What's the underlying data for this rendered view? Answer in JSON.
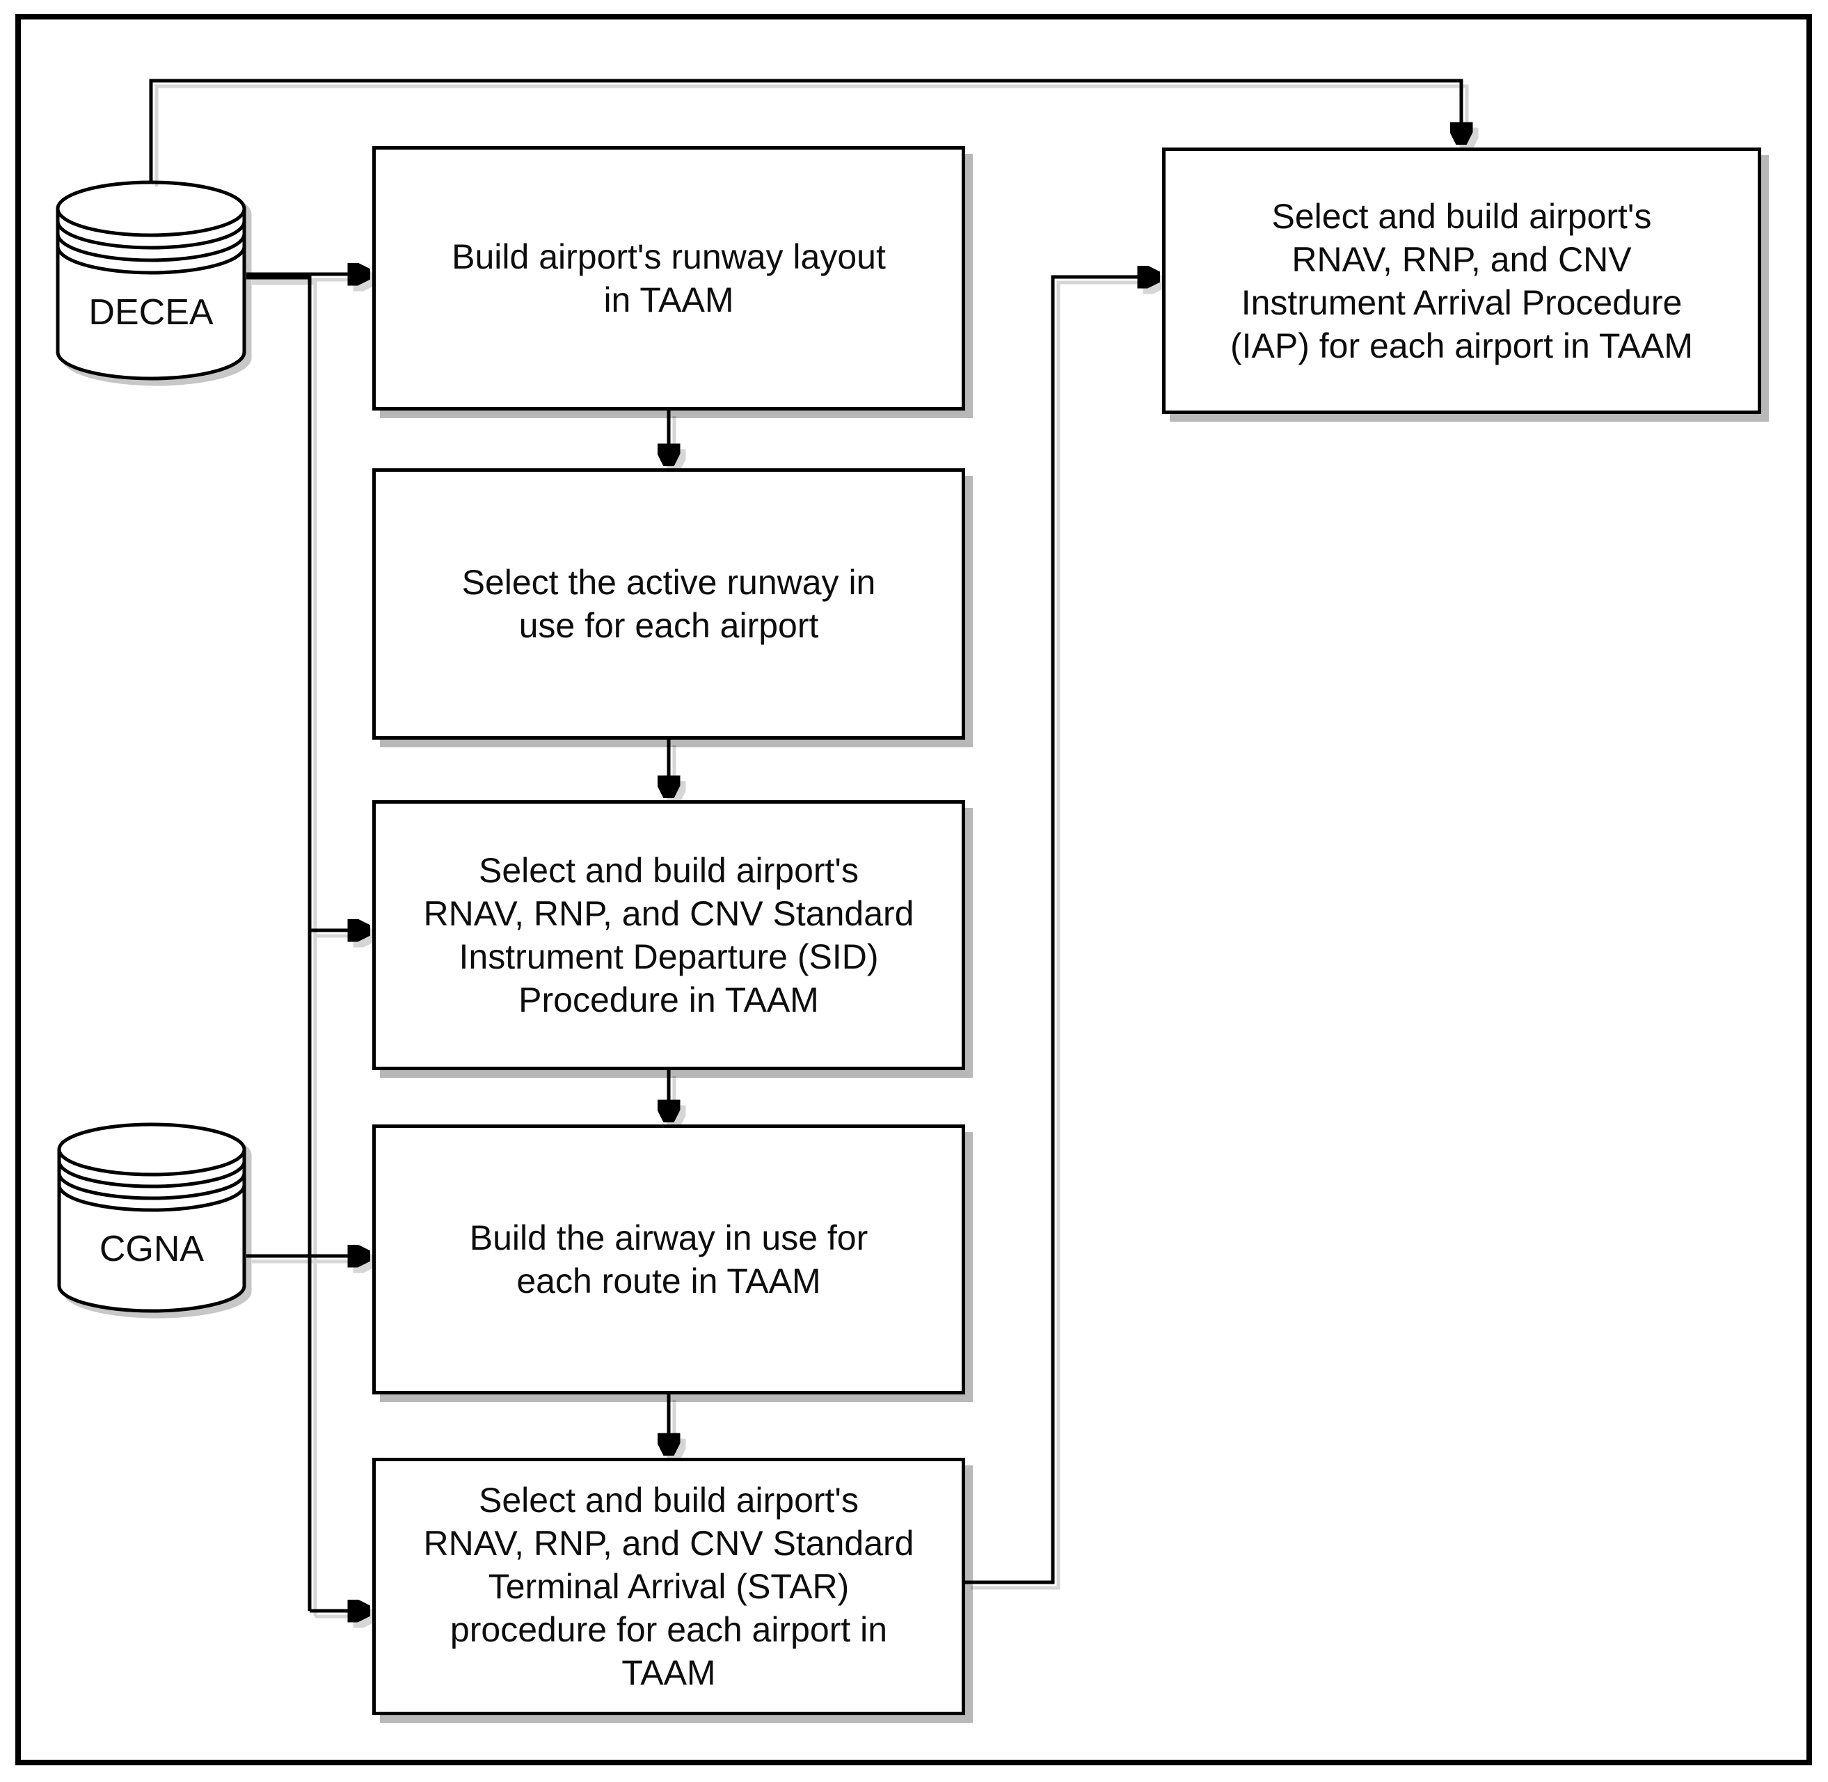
{
  "diagram": {
    "title": "TAAM build workflow flowchart",
    "colors": {
      "stroke": "#000000",
      "fill": "#ffffff",
      "text": "#0d0d0d",
      "shadow": "rgba(0,0,0,0.28)"
    },
    "datastores": [
      {
        "id": "decea",
        "label": "DECEA"
      },
      {
        "id": "cgna",
        "label": "CGNA"
      }
    ],
    "processes": [
      {
        "id": "runway-layout",
        "text": "Build airport's runway layout\nin TAAM"
      },
      {
        "id": "active-runway",
        "text": "Select the active runway in\nuse for each airport"
      },
      {
        "id": "sid",
        "text": "Select and build airport's\nRNAV, RNP, and CNV Standard\nInstrument Departure (SID)\nProcedure in TAAM"
      },
      {
        "id": "airway",
        "text": "Build the airway in use for\neach route in TAAM"
      },
      {
        "id": "star",
        "text": "Select and build airport's\nRNAV, RNP, and CNV Standard\nTerminal Arrival (STAR)\nprocedure for each airport in\nTAAM"
      },
      {
        "id": "iap",
        "text": "Select and build airport's\nRNAV, RNP, and CNV\nInstrument Arrival Procedure\n(IAP) for each airport in TAAM"
      }
    ],
    "edges": [
      {
        "from": "decea",
        "to": "iap"
      },
      {
        "from": "decea",
        "to": "runway-layout"
      },
      {
        "from": "decea",
        "to": "sid"
      },
      {
        "from": "decea",
        "to": "star"
      },
      {
        "from": "cgna",
        "to": "airway"
      },
      {
        "from": "runway-layout",
        "to": "active-runway"
      },
      {
        "from": "active-runway",
        "to": "sid"
      },
      {
        "from": "sid",
        "to": "airway"
      },
      {
        "from": "airway",
        "to": "star"
      },
      {
        "from": "star",
        "to": "iap"
      }
    ]
  }
}
